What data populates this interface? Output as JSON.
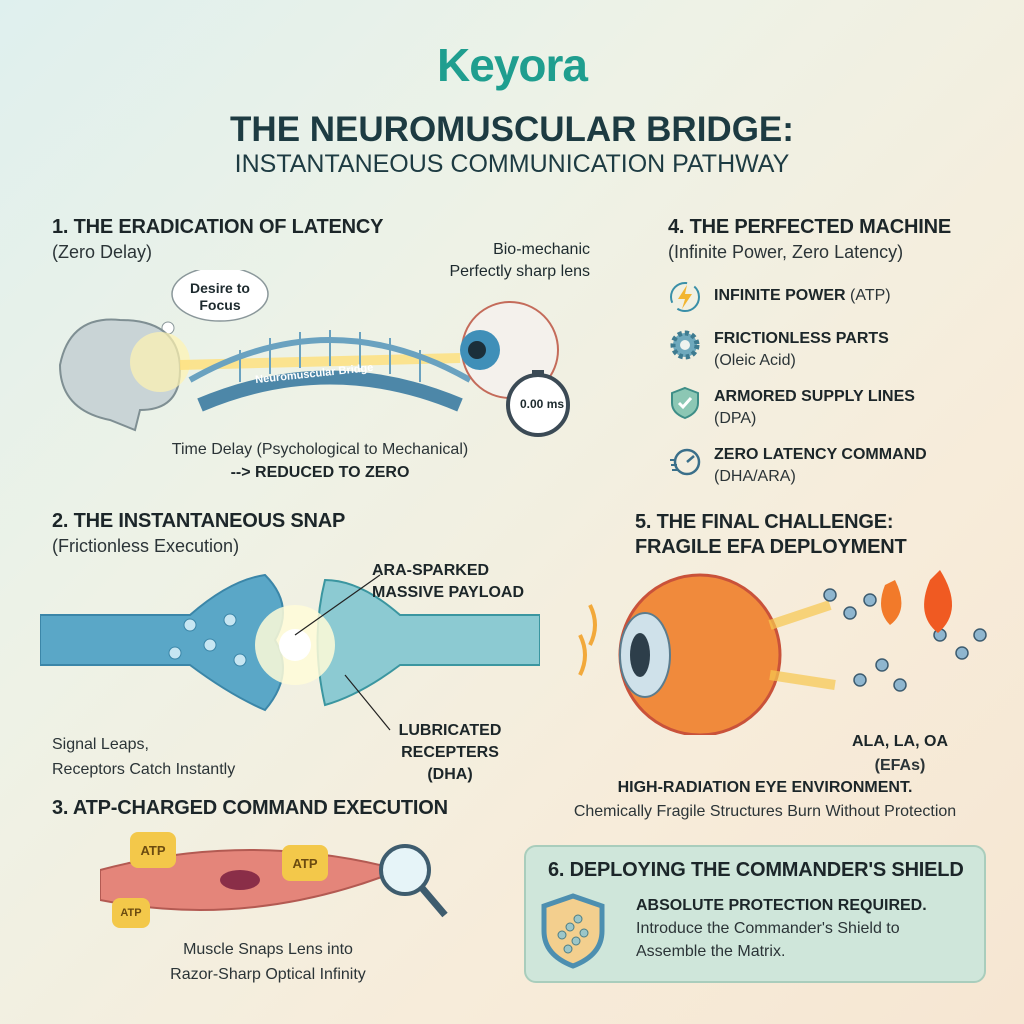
{
  "brand": {
    "logo": "Keyora",
    "accent": "#1f9e8f"
  },
  "header": {
    "title": "THE NEUROMUSCULAR BRIDGE:",
    "subtitle": "INSTANTANEOUS COMMUNICATION PATHWAY"
  },
  "s1": {
    "heading": "1. THE ERADICATION OF LATENCY",
    "sub": "(Zero Delay)",
    "bubble": "Desire to Focus",
    "lens_line1": "Bio-mechanic",
    "lens_line2": "Perfectly sharp lens",
    "bridge_label": "Neuromuscular Bridge",
    "timer": "0.00 ms",
    "caption1": "Time Delay (Psychological to Mechanical)",
    "caption2": "--> REDUCED TO ZERO"
  },
  "s2": {
    "heading": "2. THE INSTANTANEOUS SNAP",
    "sub": "(Frictionless Execution)",
    "label_top1": "ARA-SPARKED",
    "label_top2": "MASSIVE PAYLOAD",
    "label_bot1": "LUBRICATED",
    "label_bot2": "RECEPTERS",
    "label_bot3": "(DHA)",
    "caption1": "Signal Leaps,",
    "caption2": "Receptors Catch Instantly"
  },
  "s3": {
    "heading": "3. ATP-CHARGED COMMAND EXECUTION",
    "atp": "ATP",
    "caption1": "Muscle Snaps Lens into",
    "caption2": "Razor-Sharp Optical Infinity"
  },
  "s4": {
    "heading": "4. THE PERFECTED MACHINE",
    "sub": "(Infinite Power, Zero Latency)",
    "items": [
      {
        "icon": "lightning-icon",
        "title": "INFINITE POWER",
        "detail": "(ATP)"
      },
      {
        "icon": "gear-icon",
        "title": "FRICTIONLESS PARTS",
        "detail": "(Oleic Acid)"
      },
      {
        "icon": "shield-check-icon",
        "title": "ARMORED SUPPLY LINES",
        "detail": "(DPA)"
      },
      {
        "icon": "speedometer-icon",
        "title": "ZERO LATENCY COMMAND",
        "detail": "(DHA/ARA)"
      }
    ]
  },
  "s5": {
    "heading1": "5. THE FINAL CHALLENGE:",
    "heading2": "FRAGILE EFA DEPLOYMENT",
    "efa1": "ALA, LA, OA",
    "efa2": "(EFAs)",
    "caption1": "HIGH-RADIATION EYE ENVIRONMENT.",
    "caption2": "Chemically Fragile Structures Burn Without Protection"
  },
  "s6": {
    "heading": "6. DEPLOYING THE COMMANDER'S SHIELD",
    "bold": "ABSOLUTE PROTECTION REQUIRED.",
    "line1": "Introduce the Commander's Shield to",
    "line2": "Assemble the Matrix."
  }
}
